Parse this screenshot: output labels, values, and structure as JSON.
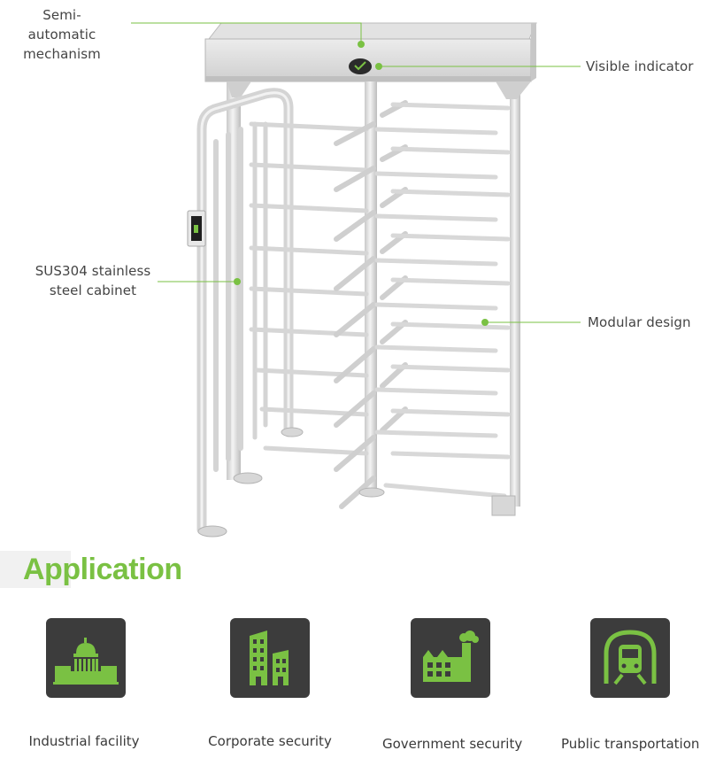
{
  "callouts": {
    "semi_automatic_line1": "Semi-automatic",
    "semi_automatic_line2": "mechanism",
    "visible_indicator": "Visible indicator",
    "cabinet_line1": "SUS304 stainless",
    "cabinet_line2": "steel cabinet",
    "modular_design": "Modular design"
  },
  "colors": {
    "accent": "#7ac143",
    "tile_bg": "#3c3c3c",
    "steel": "#d9d9d9"
  },
  "application": {
    "title": "Application",
    "items": [
      {
        "label": "Industrial facility",
        "icon": "capitol-building-icon"
      },
      {
        "label": "Corporate security",
        "icon": "office-buildings-icon"
      },
      {
        "label": "Government security",
        "icon": "factory-icon"
      },
      {
        "label": "Public transportation",
        "icon": "metro-train-icon"
      }
    ]
  }
}
